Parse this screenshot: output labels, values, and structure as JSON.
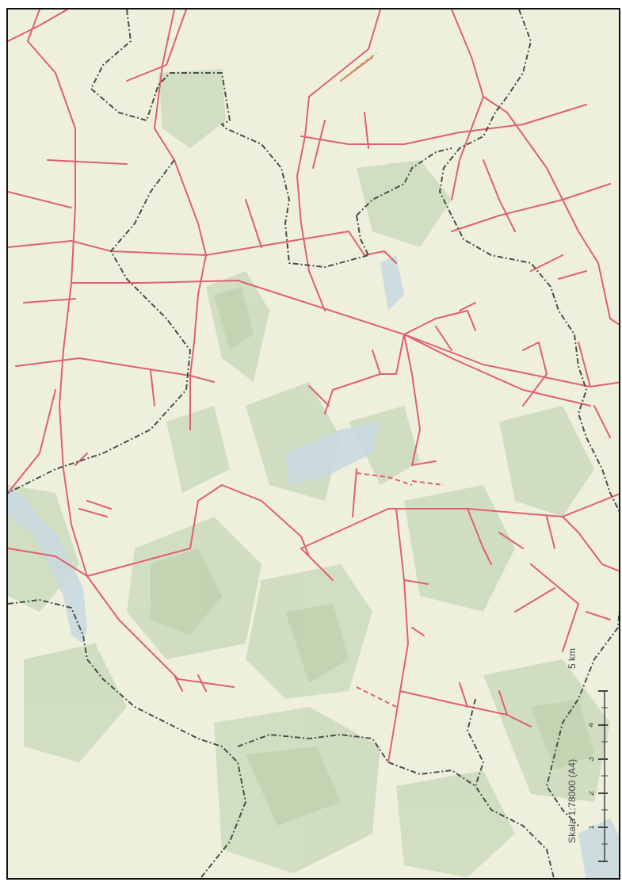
{
  "map": {
    "colors": {
      "land_background": "#eef0dd",
      "forest": "#cfdcc0",
      "forest_dark": "#bfd0ae",
      "water": "#c9d9df",
      "network_line": "#e0606e",
      "boundary_line": "#4a4f4a",
      "boundary_alt": "#c9a640"
    },
    "layers": [
      "land-background",
      "forest-areas",
      "water-areas",
      "network-lines",
      "administrative-boundaries"
    ]
  },
  "scale": {
    "caption": "Skala 1:78000 (A4)",
    "unit": "5 km",
    "tick_labels": [
      "1",
      "2",
      "3",
      "4"
    ]
  }
}
